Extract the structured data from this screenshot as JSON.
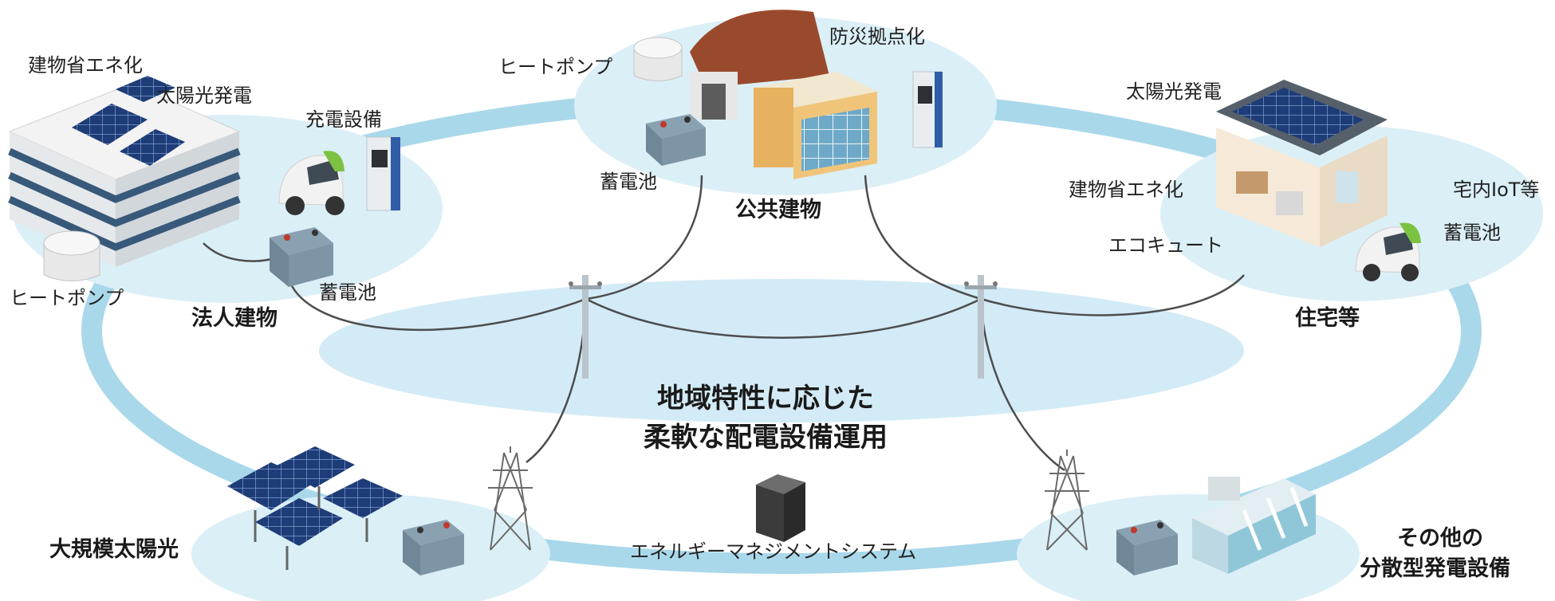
{
  "center": {
    "line1": "地域特性に応じた",
    "line2": "柔軟な配電設備運用"
  },
  "ems_label": "エネルギーマネジメントシステム",
  "nodes": {
    "corporate": {
      "title": "法人建物",
      "labels": {
        "efficiency": "建物省エネ化",
        "solar": "太陽光発電",
        "charger": "充電設備",
        "heatpump": "ヒートポンプ",
        "battery": "蓄電池"
      }
    },
    "public": {
      "title": "公共建物",
      "labels": {
        "heatpump": "ヒートポンプ",
        "disaster": "防災拠点化",
        "battery": "蓄電池"
      }
    },
    "residential": {
      "title": "住宅等",
      "labels": {
        "solar": "太陽光発電",
        "efficiency": "建物省エネ化",
        "iot": "宅内IoT等",
        "ecocute": "エコキュート",
        "battery": "蓄電池"
      }
    },
    "large_solar": {
      "title": "大規模太陽光"
    },
    "distributed": {
      "title_line1": "その他の",
      "title_line2": "分散型発電設備"
    }
  },
  "colors": {
    "ring": "#a9d8ea",
    "disc": "#dbeff7",
    "center_disc": "#d3ebf6",
    "wire": "#4d4d4d"
  }
}
